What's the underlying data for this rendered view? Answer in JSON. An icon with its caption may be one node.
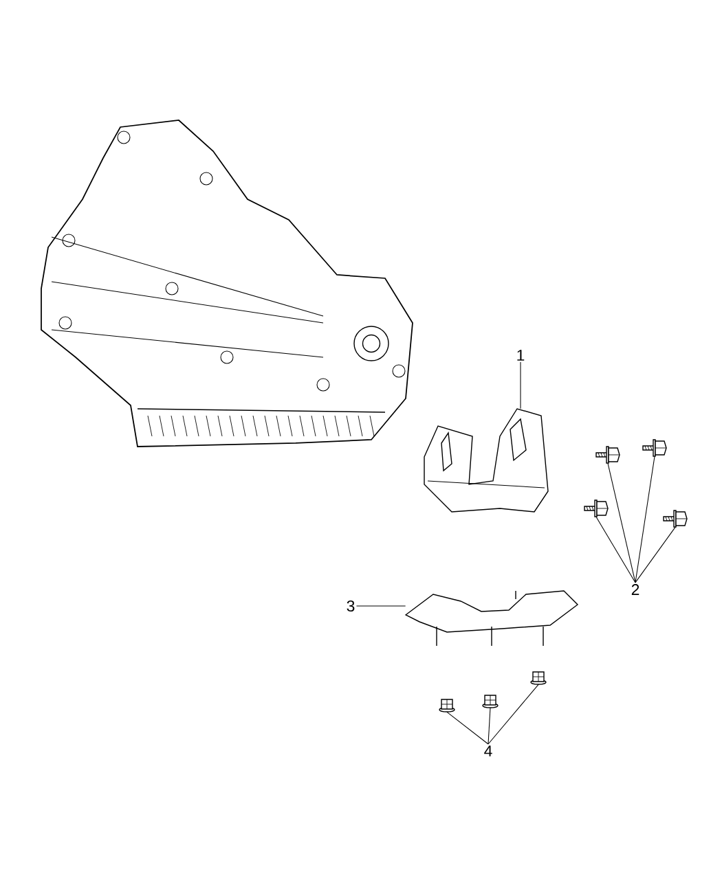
{
  "diagram": {
    "nodes": [
      {
        "text": [
          "1"
        ]
      },
      {
        "text": [],
        "shape": "picture"
      },
      {
        "text": [
          "2"
        ]
      },
      {
        "text": [],
        "shape": "picture"
      },
      {
        "text": [],
        "shape": "picture"
      },
      {
        "text": [],
        "shape": "picture"
      },
      {
        "text": [],
        "shape": "picture"
      },
      {
        "text": [
          "3"
        ]
      },
      {
        "text": [],
        "shape": "picture"
      },
      {
        "text": [
          "4"
        ]
      },
      {
        "text": [],
        "shape": "picture"
      },
      {
        "text": [],
        "shape": "picture"
      },
      {
        "text": [],
        "shape": "picture"
      }
    ],
    "edges": [
      {
        "from": 0,
        "to": 1,
        "arrow": "none"
      },
      {
        "from": 2,
        "to": 3,
        "arrow": "none"
      },
      {
        "from": 2,
        "to": 4,
        "arrow": "none"
      },
      {
        "from": 2,
        "to": 5,
        "arrow": "none"
      },
      {
        "from": 2,
        "to": 6,
        "arrow": "none"
      },
      {
        "from": 7,
        "to": 8,
        "arrow": "none"
      },
      {
        "from": 9,
        "to": 10,
        "arrow": "none"
      },
      {
        "from": 9,
        "to": 11,
        "arrow": "none"
      },
      {
        "from": 9,
        "to": 12,
        "arrow": "none"
      }
    ]
  }
}
